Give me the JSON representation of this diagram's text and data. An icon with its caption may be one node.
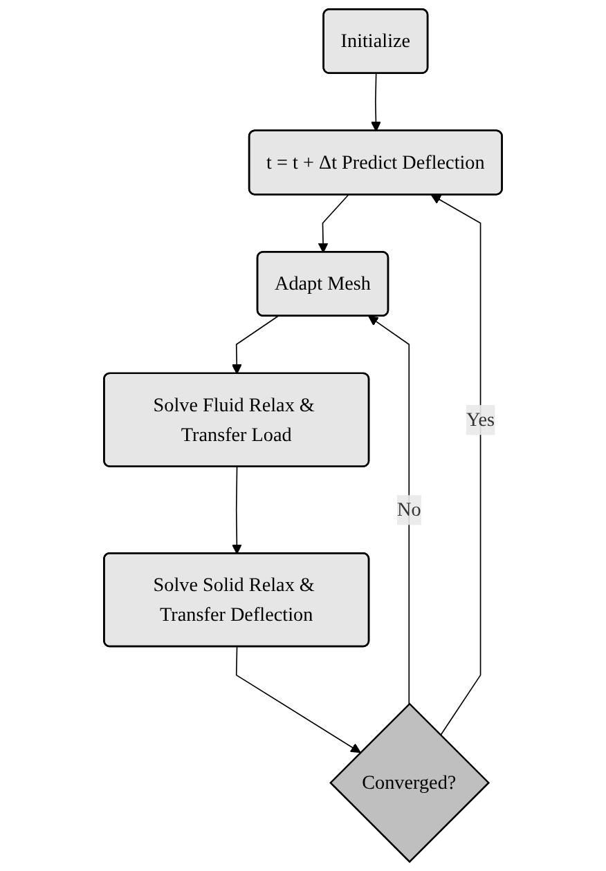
{
  "diagram": {
    "nodes": [
      {
        "text": [
          "Initialize"
        ]
      },
      {
        "text": [
          "t = t + Δt Predict Deflection"
        ]
      },
      {
        "text": [
          "Adapt Mesh"
        ]
      },
      {
        "text": [
          "Solve Fluid Relax & Transfer Load"
        ]
      },
      {
        "text": [
          "Solve Solid Relax & Transfer Deflection"
        ]
      },
      {
        "text": [
          "Converged?"
        ]
      }
    ],
    "edges": [
      {
        "from": 0,
        "to": 1,
        "arrow": "to"
      },
      {
        "from": 1,
        "to": 2,
        "arrow": "to"
      },
      {
        "from": 2,
        "to": 3,
        "arrow": "to"
      },
      {
        "from": 3,
        "to": 4,
        "arrow": "to"
      },
      {
        "from": 4,
        "to": 5,
        "arrow": "to"
      },
      {
        "from": 5,
        "to": 2,
        "label": "No",
        "arrow": "to"
      },
      {
        "from": 5,
        "to": 1,
        "label": "Yes",
        "arrow": "to"
      }
    ]
  }
}
